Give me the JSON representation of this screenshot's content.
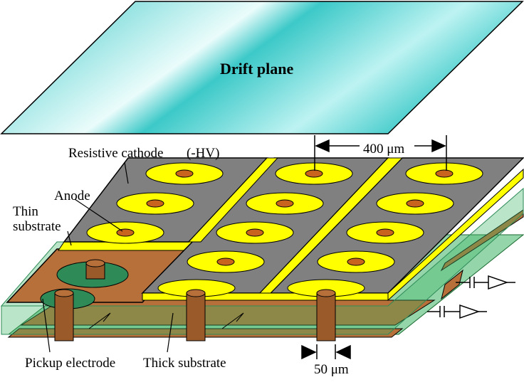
{
  "title": "Drift plane",
  "labels": {
    "resistive_cathode": "Resistive cathode",
    "hv": "(-HV)",
    "anode": "Anode",
    "thin_substrate": "Thin\nsubstrate",
    "pickup_electrode": "Pickup electrode",
    "thick_substrate": "Thick substrate",
    "pitch": "400 μm",
    "width": "50 μm"
  },
  "colors": {
    "drift_plane_base": "#3cc9c8",
    "drift_plane_highlight": "#eafcfb",
    "cathode_gray": "#808080",
    "anode_ring_yellow": "#ffff00",
    "anode_pad_orange": "#c8641e",
    "pickup_brown": "#b8703a",
    "substrate_green": "#3cb464",
    "pillar_brown": "#9a5a2a"
  },
  "icons": [
    "amplifier-icon",
    "capacitor-icon"
  ]
}
